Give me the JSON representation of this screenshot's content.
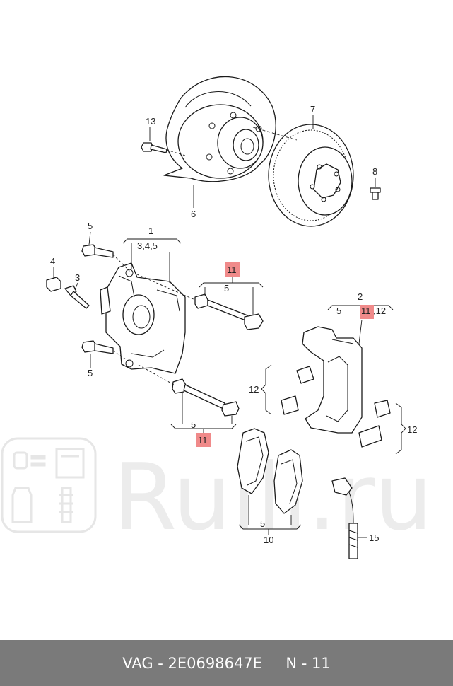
{
  "callouts": {
    "c1": "1",
    "c1sub": "3,4,5",
    "c2": "2",
    "c2a": "5",
    "c2b": "11",
    "c2c": ",12",
    "c3": "3",
    "c4": "4",
    "c5a": "5",
    "c5b": "5",
    "c6": "6",
    "c7": "7",
    "c8": "8",
    "c10": "10",
    "c10sub": "5",
    "c11a": "11",
    "c11a_sub": "5",
    "c11b": "11",
    "c11b_sub": "5",
    "c12a": "12",
    "c12b": "12",
    "c13": "13",
    "c15": "15"
  },
  "watermark": {
    "text": "Rulli.ru"
  },
  "footer": {
    "text": "VAG - 2E0698647E     N - 11"
  },
  "colors": {
    "highlight": "#f08a8a",
    "footer_bg": "#7a7a7a"
  }
}
